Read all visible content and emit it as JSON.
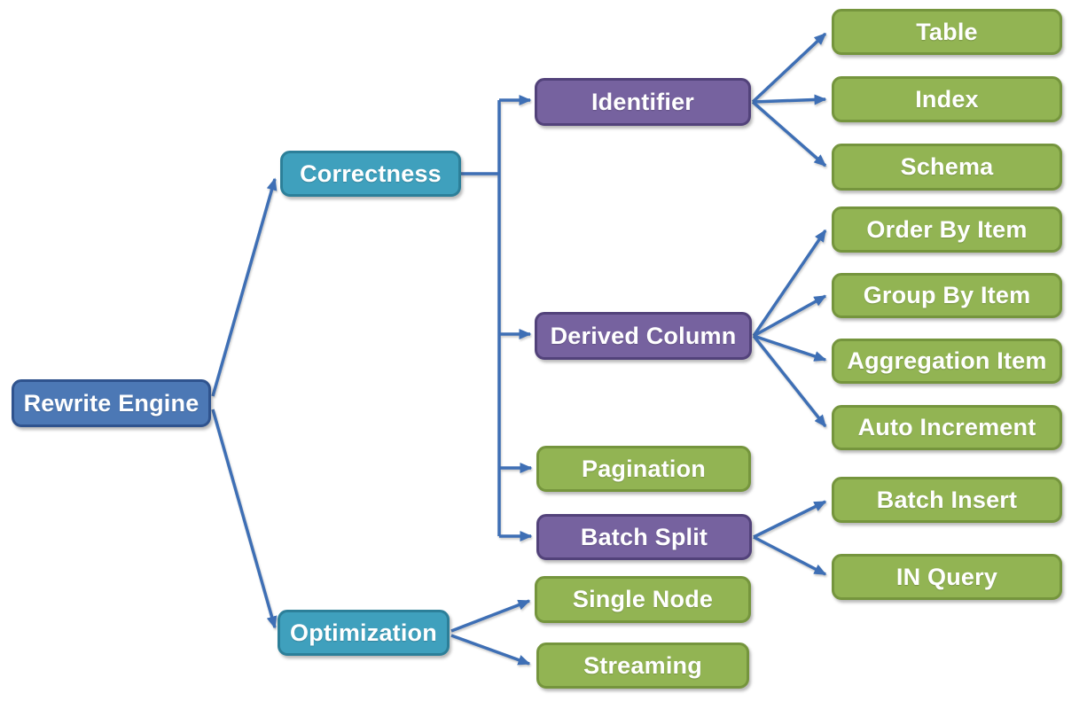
{
  "nodes": {
    "rewrite_engine": {
      "label": "Rewrite Engine",
      "role": "root"
    },
    "correctness": {
      "label": "Correctness",
      "role": "branch"
    },
    "optimization": {
      "label": "Optimization",
      "role": "branch"
    },
    "identifier": {
      "label": "Identifier",
      "role": "group"
    },
    "derived_column": {
      "label": "Derived Column",
      "role": "group"
    },
    "pagination": {
      "label": "Pagination",
      "role": "leaf"
    },
    "batch_split": {
      "label": "Batch Split",
      "role": "group"
    },
    "single_node": {
      "label": "Single Node",
      "role": "leaf"
    },
    "streaming": {
      "label": "Streaming",
      "role": "leaf"
    },
    "table": {
      "label": "Table",
      "role": "leaf"
    },
    "index": {
      "label": "Index",
      "role": "leaf"
    },
    "schema": {
      "label": "Schema",
      "role": "leaf"
    },
    "order_by_item": {
      "label": "Order By Item",
      "role": "leaf"
    },
    "group_by_item": {
      "label": "Group By Item",
      "role": "leaf"
    },
    "aggregation_item": {
      "label": "Aggregation Item",
      "role": "leaf"
    },
    "auto_increment": {
      "label": "Auto Increment",
      "role": "leaf"
    },
    "batch_insert": {
      "label": "Batch Insert",
      "role": "leaf"
    },
    "in_query": {
      "label": "IN Query",
      "role": "leaf"
    }
  },
  "hierarchy": {
    "Rewrite Engine": {
      "Correctness": {
        "Identifier": [
          "Table",
          "Index",
          "Schema"
        ],
        "Derived Column": [
          "Order By Item",
          "Group By Item",
          "Aggregation Item",
          "Auto Increment"
        ],
        "Pagination": [],
        "Batch Split": [
          "Batch Insert",
          "IN Query"
        ]
      },
      "Optimization": {
        "Single Node": [],
        "Streaming": []
      }
    }
  },
  "colors": {
    "root_fill": "#4c78b5",
    "root_border": "#2f538e",
    "branch_fill": "#3fa0bd",
    "branch_border": "#2c7f99",
    "group_fill": "#76629f",
    "group_border": "#52427a",
    "leaf_fill": "#92b453",
    "leaf_border": "#75953d",
    "connector": "#3e6fb5",
    "background": "#ffffff"
  }
}
